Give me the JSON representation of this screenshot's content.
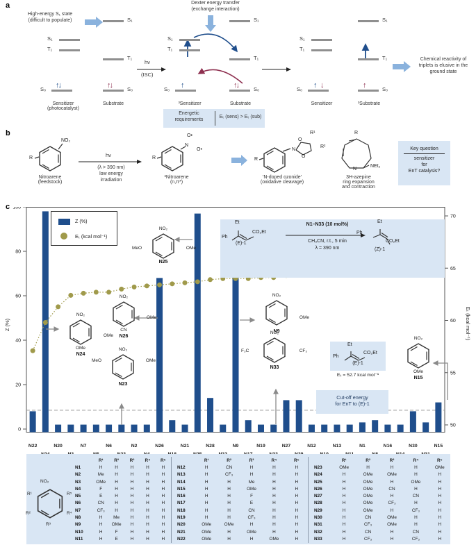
{
  "panels": {
    "a": "a",
    "b": "b",
    "c": "c"
  },
  "panel_a": {
    "high_energy_note_1": "High-energy S₁ state",
    "high_energy_note_2": "(difficult to populate)",
    "dexter_1": "Dexter energy transfer",
    "dexter_2": "(exchange interaction)",
    "hv": "hν",
    "isc": "(ISC)",
    "s1": "S₁",
    "t1": "T₁",
    "s0": "S₀",
    "sensitizer": "Sensitizer",
    "photocatalyst": "(photocatalyst)",
    "substrate": "Substrate",
    "triplet_sensitizer": "³Sensitizer",
    "triplet_substrate": "³Substrate",
    "energetic_1": "Energetic",
    "energetic_2": "requirements",
    "energetic_eq": "Eₜ (sens) > Eₜ (sub)",
    "right_note_1": "Chemical reactivity of",
    "right_note_2": "triplets is elusive in the",
    "right_note_3": "ground state"
  },
  "panel_b": {
    "r": "R",
    "no2": "NO₂",
    "nitroarene_1": "Nitroarene",
    "nitroarene_2": "(feedstock)",
    "hv": "hν",
    "cond_1": "(λ > 390 nm)",
    "cond_2": "low energy",
    "cond_3": "irradiation",
    "n_label": "N",
    "o_rad_1": "O•",
    "o_rad_2": "O•",
    "triplet_nitroarene_1": "³Nitroarene",
    "triplet_nitroarene_2": "(n,π*)",
    "r1": "R¹",
    "r2": "R²",
    "ozonide_1": "'N-doped ozonide'",
    "ozonide_2": "(oxidative cleavage)",
    "o_top": "O",
    "o_bot": "O",
    "azepine_r": "R",
    "azepine_n": "N",
    "net2": "NEt₂",
    "azepine_1": "3H-azepine",
    "azepine_2": "ring expansion",
    "azepine_3": "and contraction",
    "key_title": "Key question",
    "key_1": "sensitizer",
    "key_2": "for",
    "key_3": "EnT catalysis?"
  },
  "chart": {
    "legend": {
      "z": "Z (%)",
      "et": "Eₜ (kcal mol⁻¹)"
    },
    "inset": {
      "cond_top": "N1–N33 (10 mol%)",
      "cond_mid": "CH₃CN, r.t., 5 min",
      "cond_bot": "λ = 390 nm",
      "reactant": {
        "et": "Et",
        "ph": "Ph",
        "ester": "CO₂Et",
        "name": "(E)-1"
      },
      "product": {
        "et": "Et",
        "ph": "Ph",
        "ester": "CO₂Et",
        "name": "(Z)-1"
      }
    },
    "e1_box": {
      "et": "Et",
      "ph": "Ph",
      "ester": "CO₂Et",
      "name": "(E)-1",
      "energy": "Eₜ = 52.7 kcal mol⁻¹"
    },
    "cutoff_label_1": "Cut-off energy",
    "cutoff_label_2": "for EnT to (E)-1",
    "callouts": {
      "n24": {
        "name": "N24",
        "top": "NO₂",
        "right": "OMe",
        "bottom": "OMe"
      },
      "n23": {
        "name": "N23",
        "top": "NO₂",
        "left": "MeO",
        "right": "OMe"
      },
      "n25": {
        "name": "N25",
        "top": "NO₂",
        "left": "MeO",
        "right": "OMe"
      },
      "n26": {
        "name": "N26",
        "top": "NO₂",
        "right": "OMe",
        "bottom": "CN"
      },
      "n9": {
        "name": "N9",
        "top": "NO₂",
        "right": "OMe"
      },
      "n33": {
        "name": "N33",
        "top": "NO₂",
        "left": "F₃C",
        "right": "CF₃"
      },
      "n15": {
        "name": "N15",
        "top": "NO₂",
        "bottom": "OMe"
      }
    }
  },
  "chart_data": {
    "type": "bar",
    "categories": [
      "N22",
      "N24",
      "N20",
      "N3",
      "N7",
      "N5",
      "N6",
      "N23",
      "N2",
      "N4",
      "N26",
      "N18",
      "N21",
      "N25",
      "N28",
      "N32",
      "N9",
      "N17",
      "N19",
      "N33",
      "N27",
      "N29",
      "N12",
      "N10",
      "N13",
      "N11",
      "N1",
      "N8",
      "N16",
      "N14",
      "N30",
      "N31",
      "N15"
    ],
    "series": [
      {
        "name": "Z (%)",
        "type": "bar",
        "axis": "left",
        "color": "#1f4e8c",
        "values": [
          8,
          98,
          2,
          2,
          2,
          2,
          2,
          2,
          2,
          2,
          68,
          4,
          2,
          97,
          14,
          2,
          73,
          4,
          2,
          2,
          13,
          13,
          2,
          2,
          2,
          2,
          3,
          4,
          2,
          2,
          8,
          3,
          12
        ]
      },
      {
        "name": "Eₜ (kcal mol⁻¹)",
        "type": "scatter-line",
        "axis": "right",
        "color": "#a09a4b",
        "values": [
          57.1,
          59.8,
          61.3,
          62.4,
          62.6,
          62.7,
          62.7,
          63.0,
          63.2,
          63.3,
          63.4,
          63.5,
          63.6,
          63.7,
          63.9,
          64.0,
          64.0,
          64.0,
          64.1,
          64.1,
          64.3,
          64.4,
          64.5,
          64.6,
          64.6,
          64.8,
          65.0,
          65.2,
          65.5,
          65.7,
          66.1,
          66.3,
          66.6
        ]
      }
    ],
    "left_axis": {
      "label": "Z (%)",
      "min": 0,
      "max": 100,
      "ticks": [
        0,
        20,
        40,
        60,
        80,
        100
      ]
    },
    "right_axis": {
      "label": "Eₜ (kcal mol⁻¹)",
      "min": 50,
      "max": 70,
      "ticks": [
        50,
        55,
        60,
        65,
        70
      ]
    },
    "cutoff_line": {
      "value_right_axis": 51.4,
      "label": "Cut-off energy for EnT to (E)-1"
    },
    "grid": false,
    "legend_position": "top-left"
  },
  "table": {
    "key": {
      "no2": "NO₂",
      "r1": "R¹",
      "r2": "R²",
      "r3": "R³",
      "r4": "R⁴",
      "r5": "R⁵"
    },
    "headers": [
      "R¹",
      "R²",
      "R³",
      "R⁴",
      "R⁵"
    ],
    "groups": [
      [
        [
          "N1",
          "H",
          "H",
          "H",
          "H",
          "H"
        ],
        [
          "N2",
          "Me",
          "H",
          "H",
          "H",
          "H"
        ],
        [
          "N3",
          "OMe",
          "H",
          "H",
          "H",
          "H"
        ],
        [
          "N4",
          "F",
          "H",
          "H",
          "H",
          "H"
        ],
        [
          "N5",
          "E",
          "H",
          "H",
          "H",
          "H"
        ],
        [
          "N6",
          "CN",
          "H",
          "H",
          "H",
          "H"
        ],
        [
          "N7",
          "CF₃",
          "H",
          "H",
          "H",
          "H"
        ],
        [
          "N8",
          "H",
          "Me",
          "H",
          "H",
          "H"
        ],
        [
          "N9",
          "H",
          "OMe",
          "H",
          "H",
          "H"
        ],
        [
          "N10",
          "H",
          "F",
          "H",
          "H",
          "H"
        ],
        [
          "N11",
          "H",
          "E",
          "H",
          "H",
          "H"
        ]
      ],
      [
        [
          "N12",
          "H",
          "CN",
          "H",
          "H",
          "H"
        ],
        [
          "N13",
          "H",
          "CF₃",
          "H",
          "H",
          "H"
        ],
        [
          "N14",
          "H",
          "H",
          "Me",
          "H",
          "H"
        ],
        [
          "N15",
          "H",
          "H",
          "OMe",
          "H",
          "H"
        ],
        [
          "N16",
          "H",
          "H",
          "F",
          "H",
          "H"
        ],
        [
          "N17",
          "H",
          "H",
          "E",
          "H",
          "H"
        ],
        [
          "N18",
          "H",
          "H",
          "CN",
          "H",
          "H"
        ],
        [
          "N19",
          "H",
          "H",
          "CF₃",
          "H",
          "H"
        ],
        [
          "N20",
          "OMe",
          "OMe",
          "H",
          "H",
          "H"
        ],
        [
          "N21",
          "OMe",
          "H",
          "OMe",
          "H",
          "H"
        ],
        [
          "N22",
          "OMe",
          "H",
          "H",
          "OMe",
          "H"
        ]
      ],
      [
        [
          "N23",
          "OMe",
          "H",
          "H",
          "H",
          "OMe"
        ],
        [
          "N24",
          "H",
          "OMe",
          "OMe",
          "H",
          "H"
        ],
        [
          "N25",
          "H",
          "OMe",
          "H",
          "OMe",
          "H"
        ],
        [
          "N26",
          "H",
          "OMe",
          "CN",
          "H",
          "H"
        ],
        [
          "N27",
          "H",
          "OMe",
          "H",
          "CN",
          "H"
        ],
        [
          "N28",
          "H",
          "OMe",
          "CF₃",
          "H",
          "H"
        ],
        [
          "N29",
          "H",
          "OMe",
          "H",
          "CF₃",
          "H"
        ],
        [
          "N30",
          "H",
          "CN",
          "OMe",
          "H",
          "H"
        ],
        [
          "N31",
          "H",
          "CF₃",
          "OMe",
          "H",
          "H"
        ],
        [
          "N32",
          "H",
          "CN",
          "H",
          "CN",
          "H"
        ],
        [
          "N33",
          "H",
          "CF₃",
          "H",
          "CF₃",
          "H"
        ]
      ]
    ]
  }
}
